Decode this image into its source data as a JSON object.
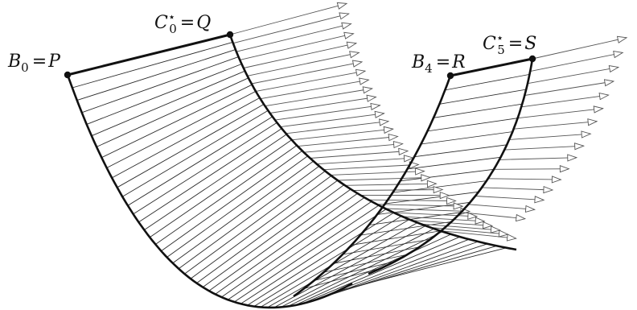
{
  "figure": {
    "labels": {
      "p": {
        "name": "B",
        "sub": "0",
        "sup": "",
        "point": "P"
      },
      "q": {
        "name": "C",
        "sub": "0",
        "sup": "⋆",
        "point": "Q"
      },
      "r": {
        "name": "B",
        "sub": "4",
        "sup": "",
        "point": "R"
      },
      "s": {
        "name": "C",
        "sub": "5",
        "sup": "⋆",
        "point": "S"
      }
    },
    "colors": {
      "stroke": "#111111",
      "rule": "#2a2a2a",
      "arrow": "#555555"
    }
  }
}
